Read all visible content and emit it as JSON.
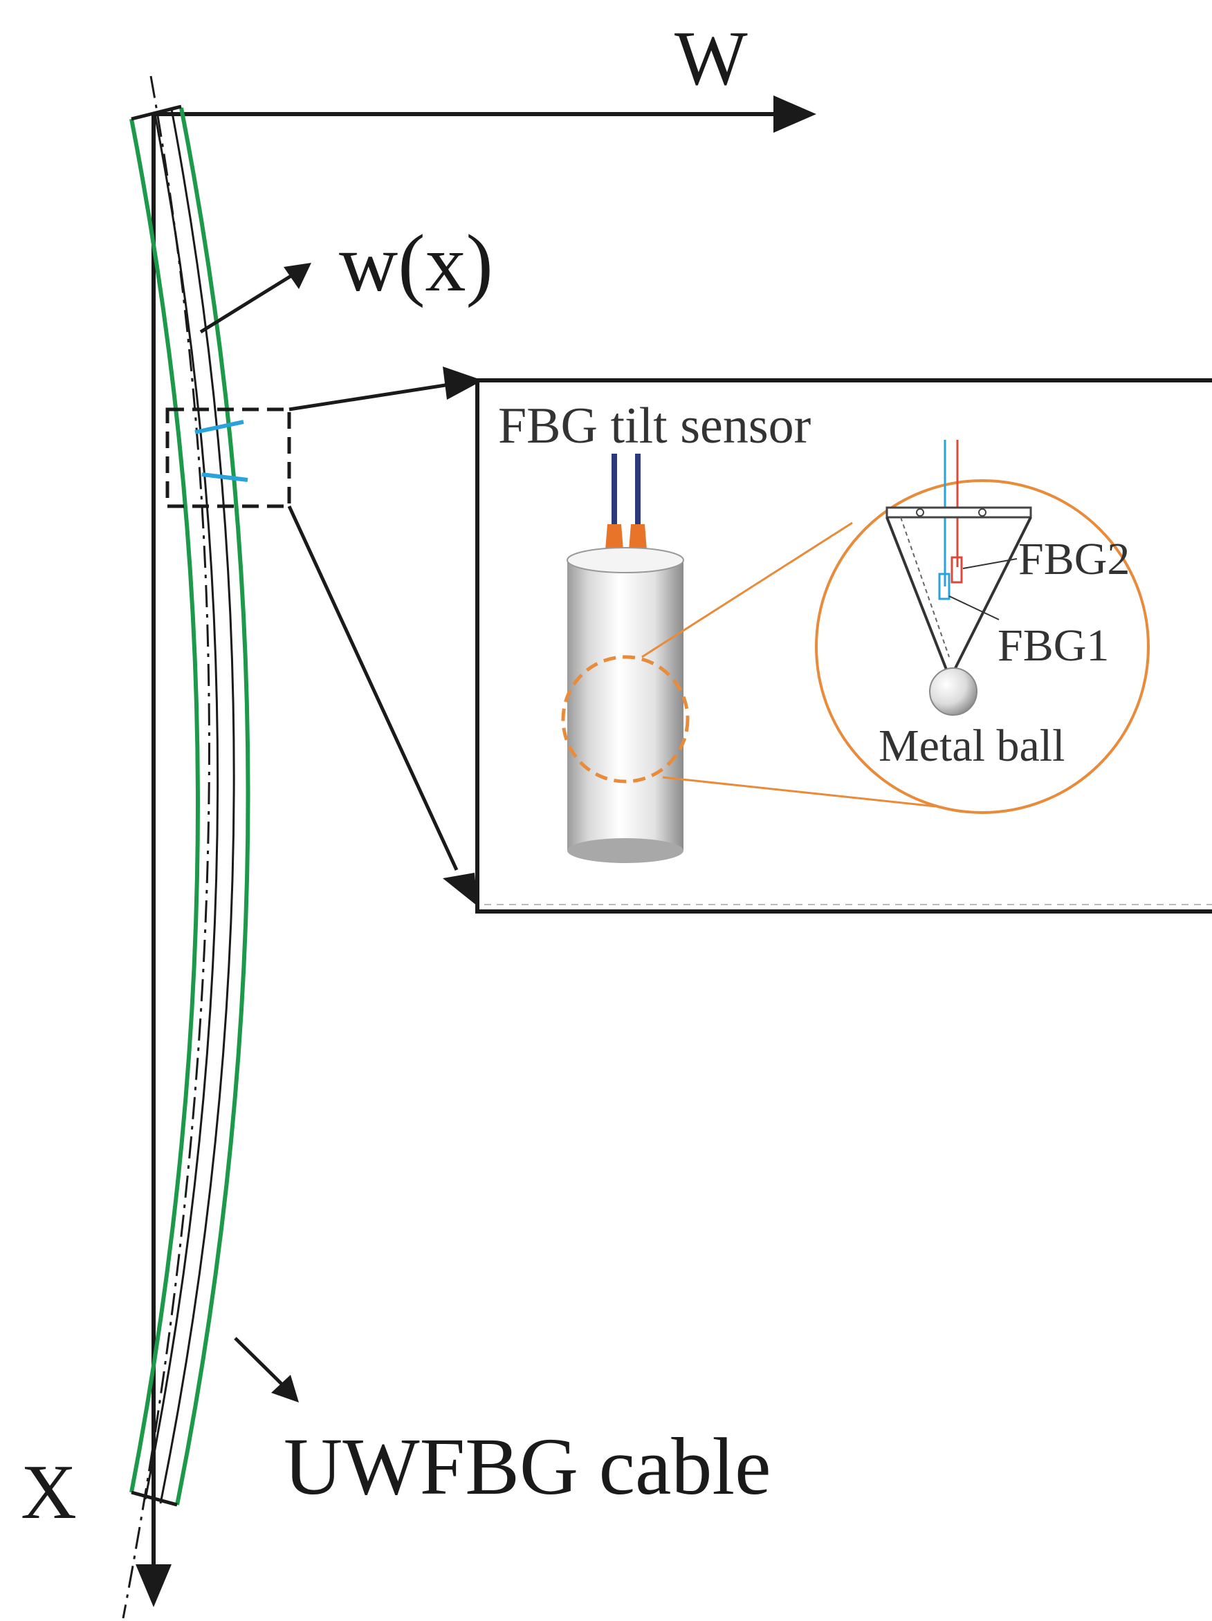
{
  "labels": {
    "w_axis": "W",
    "x_axis": "X",
    "deflection": "w(x)",
    "cable": "UWFBG cable",
    "sensor_title": "FBG tilt sensor",
    "fbg2": "FBG2",
    "fbg1": "FBG1",
    "metal_ball": "Metal ball"
  },
  "colors": {
    "ink": "#1a1a1a",
    "cable_outline": "#1c9a4a",
    "sensor_blue": "#29a3dc",
    "fiber_red": "#d94a3a",
    "fiber_dark": "#2a3a7a",
    "connector": "#e8742a",
    "detail_orange": "#e88b3a"
  }
}
